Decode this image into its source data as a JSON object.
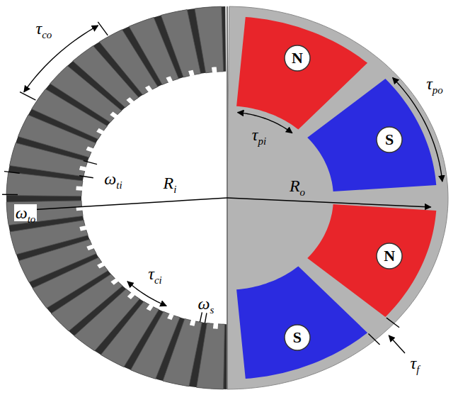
{
  "diagram": {
    "nodes": [
      {
        "text": [
          "N"
        ]
      },
      {
        "text": [
          "S"
        ]
      },
      {
        "text": [
          "N"
        ]
      },
      {
        "text": [
          "S"
        ]
      }
    ],
    "labels": [
      "τco",
      "ωti",
      "Ri",
      "Ro",
      "ωto",
      "τci",
      "ωs",
      "τpi",
      "τpo",
      "τf"
    ]
  }
}
